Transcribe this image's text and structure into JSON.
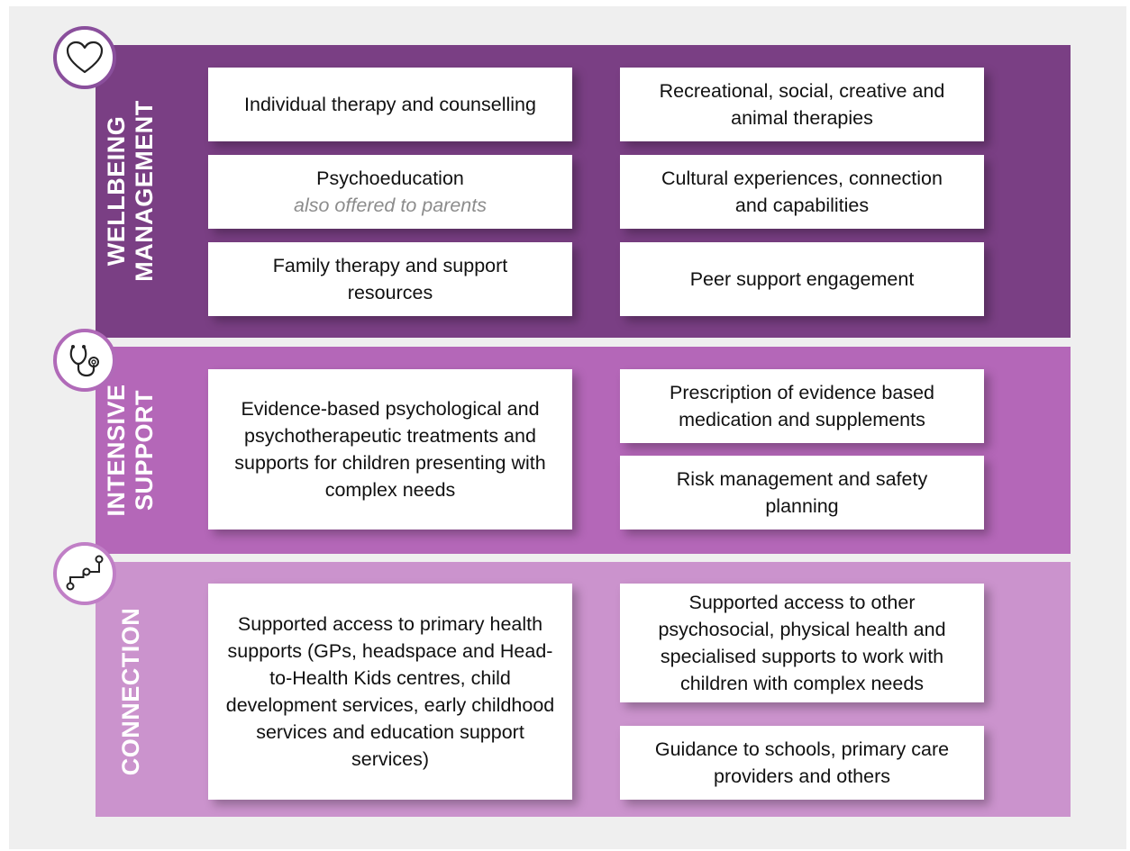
{
  "colors": {
    "background": "#efefef",
    "wellbeing": "#7a3f84",
    "intensive": "#b467b8",
    "connection": "#cb93cd",
    "subtext": "#8c8c8c"
  },
  "sections": {
    "wellbeing": {
      "icon": "heart-icon",
      "title_line1": "WELLBEING",
      "title_line2": "MANAGEMENT",
      "left": [
        {
          "text": "Individual therapy and counselling"
        },
        {
          "text": "Psychoeducation",
          "sub": "also offered to parents"
        },
        {
          "text": "Family therapy and support resources"
        }
      ],
      "right": [
        {
          "text": "Recreational, social, creative and animal therapies"
        },
        {
          "text": "Cultural experiences, connection and capabilities"
        },
        {
          "text": "Peer support engagement"
        }
      ]
    },
    "intensive": {
      "icon": "stethoscope-icon",
      "title_line1": "INTENSIVE",
      "title_line2": "SUPPORT",
      "left": [
        {
          "text": "Evidence-based psychological and psychotherapeutic treatments and supports for children presenting with complex needs"
        }
      ],
      "right": [
        {
          "text": "Prescription of evidence based medication and supplements"
        },
        {
          "text": "Risk management and safety planning"
        }
      ]
    },
    "connection": {
      "icon": "connection-path-icon",
      "title_line1": "CONNECTION",
      "left": [
        {
          "text": "Supported access to primary health supports (GPs, headspace and Head-to-Health Kids centres, child development services, early childhood services and education support services)"
        }
      ],
      "right": [
        {
          "text": "Supported access to other psychosocial, physical health and specialised supports to work with children with complex needs"
        },
        {
          "text": "Guidance to schools, primary care providers and others"
        }
      ]
    }
  }
}
